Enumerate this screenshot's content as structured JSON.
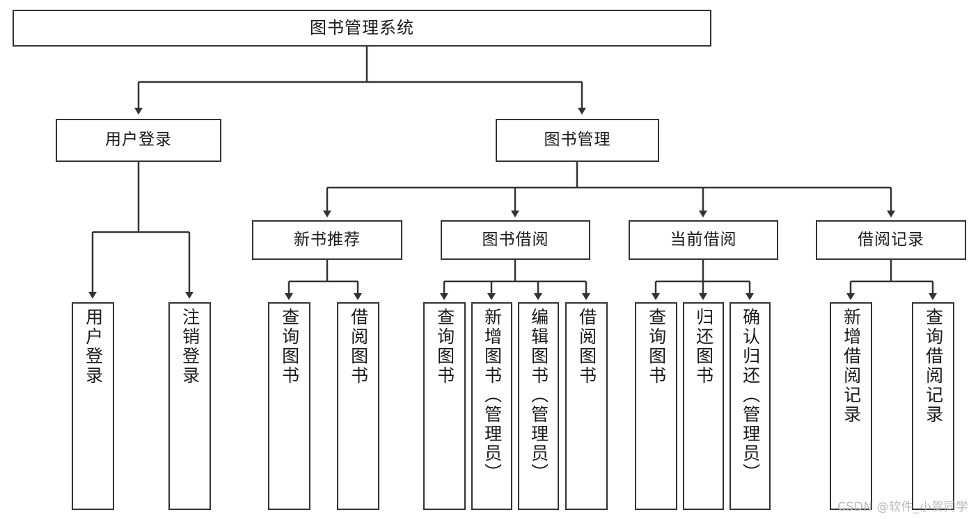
{
  "diagram": {
    "title": "图书管理系统",
    "type": "tree-hierarchy-chart",
    "watermark": "CSDN @软件_小贺同学",
    "colors": {
      "border": "#333333",
      "fill": "#ffffff",
      "text": "#1a1a1a",
      "watermark": "#b9b9b9"
    },
    "levels": {
      "root": {
        "label": "图书管理系统"
      },
      "level2": [
        {
          "id": "user-login",
          "label": "用户登录"
        },
        {
          "id": "book-manage",
          "label": "图书管理"
        }
      ],
      "level3": [
        {
          "id": "new-book-recommend",
          "label": "新书推荐"
        },
        {
          "id": "book-borrow",
          "label": "图书借阅"
        },
        {
          "id": "current-borrow",
          "label": "当前借阅"
        },
        {
          "id": "borrow-record",
          "label": "借阅记录"
        }
      ],
      "leaves": {
        "user-login": [
          {
            "id": "leaf-user-login",
            "label": "用户登录"
          },
          {
            "id": "leaf-user-logout",
            "label": "注销登录"
          }
        ],
        "new-book-recommend": [
          {
            "id": "leaf-query-book-1",
            "label": "查询图书"
          },
          {
            "id": "leaf-borrow-book-1",
            "label": "借阅图书"
          }
        ],
        "book-borrow": [
          {
            "id": "leaf-query-book-2",
            "label": "查询图书"
          },
          {
            "id": "leaf-add-book",
            "label": "新增图书（管理员）"
          },
          {
            "id": "leaf-edit-book",
            "label": "编辑图书（管理员）"
          },
          {
            "id": "leaf-borrow-book-2",
            "label": "借阅图书"
          }
        ],
        "current-borrow": [
          {
            "id": "leaf-query-book-3",
            "label": "查询图书"
          },
          {
            "id": "leaf-return-book",
            "label": "归还图书"
          },
          {
            "id": "leaf-confirm-return",
            "label": "确认归还（管理员）"
          }
        ],
        "borrow-record": [
          {
            "id": "leaf-add-record",
            "label": "新增借阅记录"
          },
          {
            "id": "leaf-query-record",
            "label": "查询借阅记录"
          }
        ]
      }
    }
  }
}
